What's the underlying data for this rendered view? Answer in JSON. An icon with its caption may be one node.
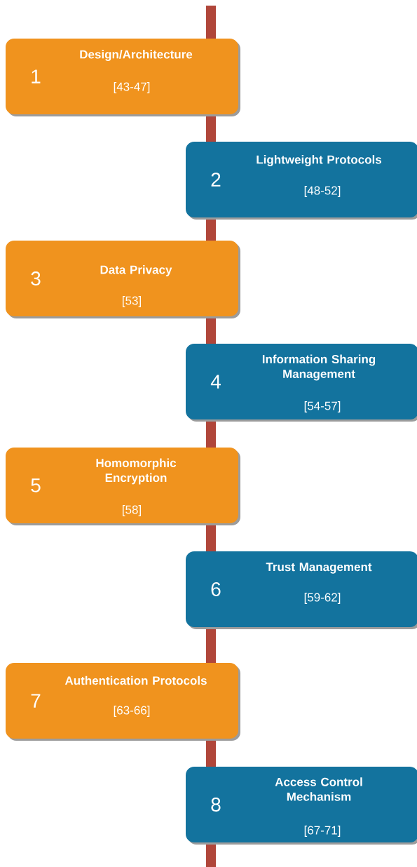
{
  "diagram": {
    "nodes": [
      {
        "text": [
          "1",
          "Design/Architecture",
          "[43-47]"
        ]
      },
      {
        "text": [
          "2",
          "Lightweight Protocols",
          "[48-52]"
        ]
      },
      {
        "text": [
          "3",
          "Data Privacy",
          "[53]"
        ]
      },
      {
        "text": [
          "4",
          "Information Sharing Management",
          "[54-57]"
        ]
      },
      {
        "text": [
          "5",
          "Homomorphic Encryption",
          "[58]"
        ]
      },
      {
        "text": [
          "6",
          "Trust Management",
          "[59-62]"
        ]
      },
      {
        "text": [
          "7",
          "Authentication Protocols",
          "[63-66]"
        ]
      },
      {
        "text": [
          "8",
          "Access Control Mechanism",
          "[67-71]"
        ]
      },
      {
        "text": [],
        "shape": "bar"
      }
    ],
    "edges": []
  }
}
